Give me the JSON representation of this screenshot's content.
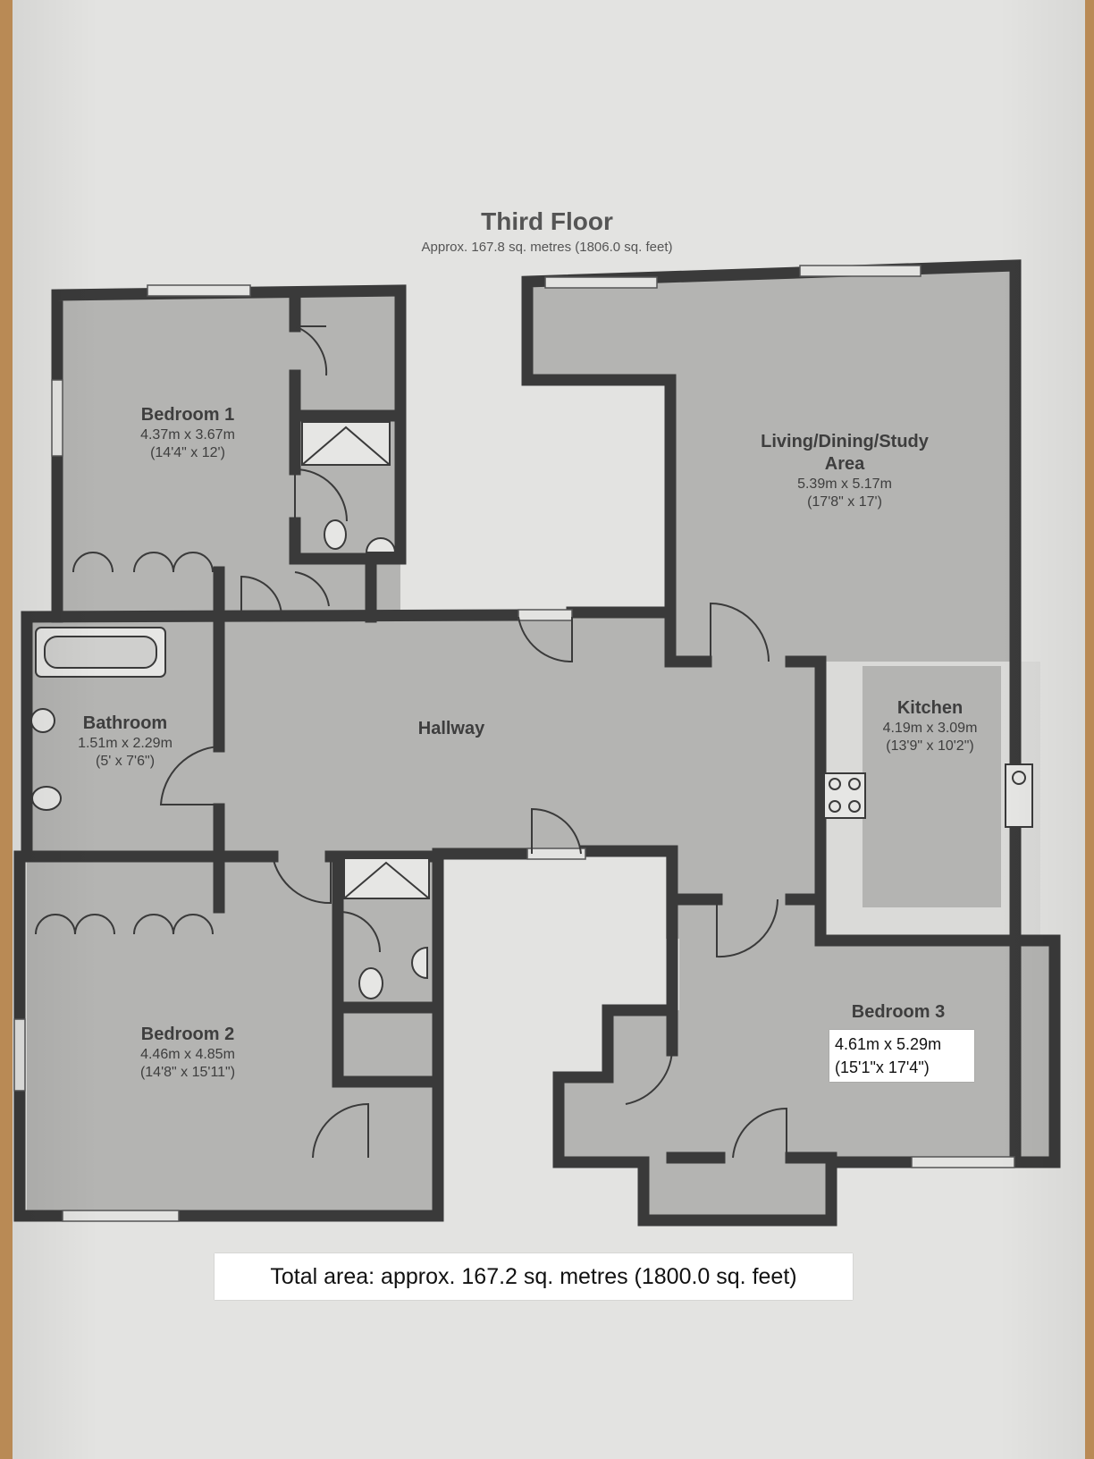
{
  "plan": {
    "title": "Third Floor",
    "subtitle": "Approx. 167.8 sq. metres (1806.0 sq. feet)",
    "total_area": "Total area: approx.  167.2 sq. metres (1800.0 sq. feet)"
  },
  "rooms": {
    "bedroom1": {
      "name": "Bedroom 1",
      "metric": "4.37m x 3.67m",
      "imperial": "(14'4\" x 12')"
    },
    "living": {
      "name": "Living/Dining/Study",
      "name2": "Area",
      "metric": "5.39m x 5.17m",
      "imperial": "(17'8\" x 17')"
    },
    "bathroom": {
      "name": "Bathroom",
      "metric": "1.51m x 2.29m",
      "imperial": "(5' x 7'6\")"
    },
    "hallway": {
      "name": "Hallway"
    },
    "kitchen": {
      "name": "Kitchen",
      "metric": "4.19m x 3.09m",
      "imperial": "(13'9\" x 10'2\")"
    },
    "bedroom2": {
      "name": "Bedroom 2",
      "metric": "4.46m x 4.85m",
      "imperial": "(14'8\" x 15'11\")"
    },
    "bedroom3": {
      "name": "Bedroom 3",
      "metric": "4.61m x 5.29m",
      "imperial": "(15'1\"x 17'4\")"
    }
  },
  "colors": {
    "wall": "#3a3a3a",
    "floor": "#b4b4b2",
    "paper": "#e3e3e1",
    "kitchen_counter": "#dadad8"
  }
}
